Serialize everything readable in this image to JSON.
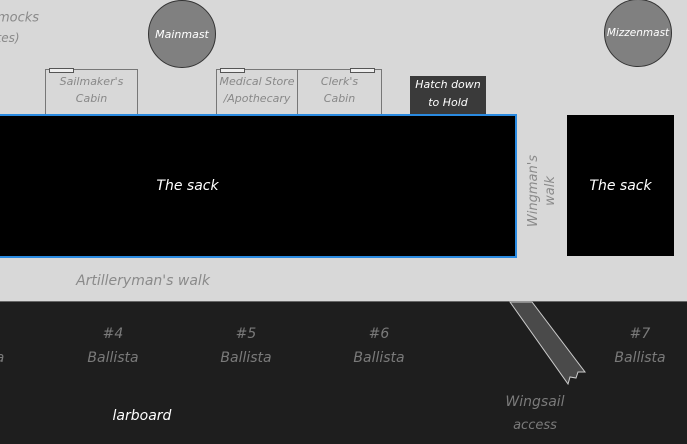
{
  "top_left_partial": [
    "mocks",
    "tes)"
  ],
  "masts": {
    "main": "Mainmast",
    "mizzen": "Mizzenmast"
  },
  "cabins": [
    {
      "label": "Sailmaker's Cabin",
      "lines": [
        "Sailmaker's",
        "Cabin"
      ]
    },
    {
      "lines": [
        "Medical Store",
        "/Apothecary"
      ]
    },
    {
      "lines": [
        "Clerk's",
        "Cabin"
      ]
    }
  ],
  "hatch": [
    "Hatch down",
    "to Hold"
  ],
  "sack_main": "The sack",
  "sack_right": "The sack",
  "wingman_walk": [
    "Wingman's",
    "walk"
  ],
  "artilleryman_walk": "Artilleryman's walk",
  "ballistas": [
    {
      "num": "#4",
      "label": "Ballista"
    },
    {
      "num": "#5",
      "label": "Ballista"
    },
    {
      "num": "#6",
      "label": "Ballista"
    },
    {
      "num": "#7",
      "label": "Ballista"
    }
  ],
  "partial_left_ballista": "a",
  "larboard": "larboard",
  "wingsail": [
    "Wingsail",
    "access"
  ],
  "colors": {
    "deck_top": "#d8d8d8",
    "deck_bottom": "#1e1e1e",
    "highlight": "#2a8ae0"
  }
}
